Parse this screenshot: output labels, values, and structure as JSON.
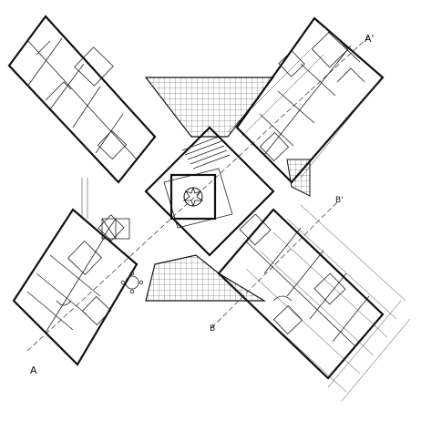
{
  "plan": {
    "sections": {
      "a_bottom": "A",
      "a_top": "A'",
      "b_right": "B'",
      "b_bottom": "B"
    }
  },
  "icons": {
    "tree": "tree-icon",
    "round_table": "dining-table-icon"
  }
}
